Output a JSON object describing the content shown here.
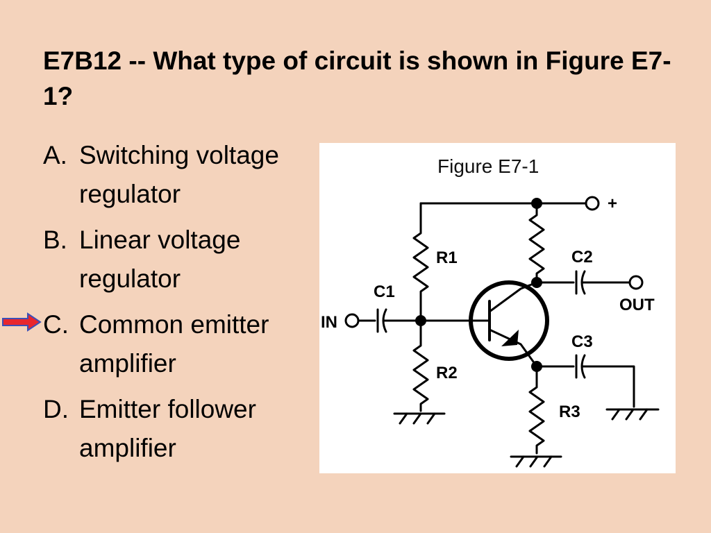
{
  "slide": {
    "title": "E7B12 -- What type of circuit is shown in Figure E7-1?"
  },
  "options": [
    {
      "letter": "A.",
      "text": "Switching voltage regulator"
    },
    {
      "letter": "B.",
      "text": "Linear voltage regulator"
    },
    {
      "letter": "C.",
      "text": "Common emitter amplifier"
    },
    {
      "letter": "D.",
      "text": "Emitter follower amplifier"
    }
  ],
  "marker": {
    "option_index": 2,
    "fill": "#e8262d",
    "stroke": "#3b4fb8"
  },
  "figure": {
    "title": "Figure E7-1",
    "labels": {
      "plus": "+",
      "r1": "R1",
      "r2": "R2",
      "r3": "R3",
      "c1": "C1",
      "c2": "C2",
      "c3": "C3",
      "in": "IN",
      "out": "OUT"
    }
  }
}
